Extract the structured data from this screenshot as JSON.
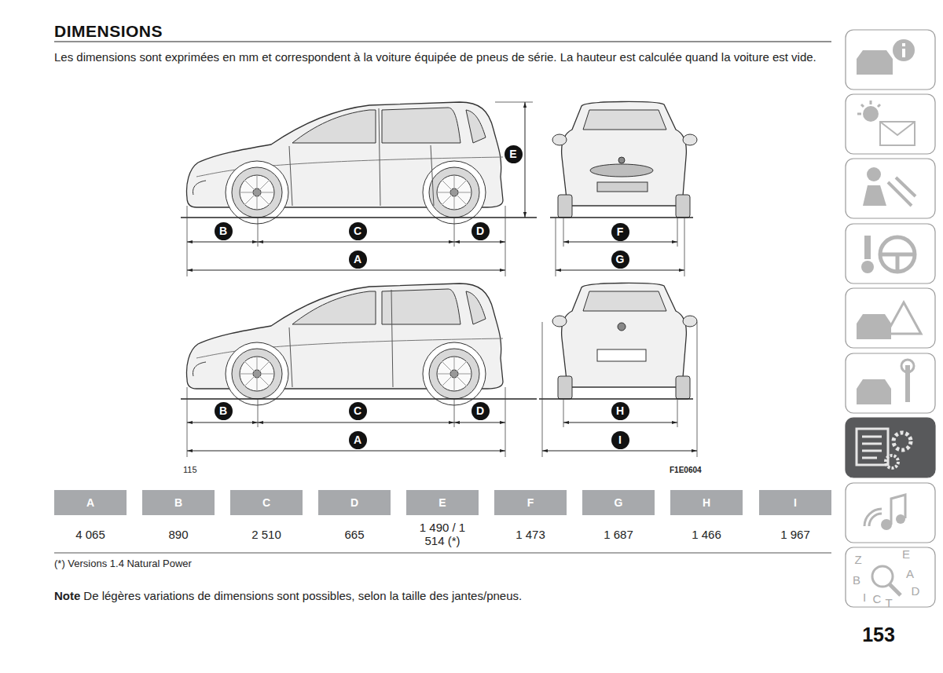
{
  "diagram": {
    "title": "DIMENSIONS",
    "nodes": [
      {
        "text": [
          "E"
        ]
      },
      {
        "text": [
          "B"
        ]
      },
      {
        "text": [
          "C"
        ]
      },
      {
        "text": [
          "D"
        ]
      },
      {
        "text": [
          "F"
        ]
      },
      {
        "text": [
          "A"
        ]
      },
      {
        "text": [
          "G"
        ]
      },
      {
        "text": [
          "B"
        ]
      },
      {
        "text": [
          "C"
        ]
      },
      {
        "text": [
          "D"
        ]
      },
      {
        "text": [
          "H"
        ]
      },
      {
        "text": [
          "A"
        ]
      },
      {
        "text": [
          "I"
        ]
      },
      {
        "text": [
          "A"
        ]
      },
      {
        "text": [
          "B"
        ]
      },
      {
        "text": [
          "C"
        ]
      },
      {
        "text": [
          "D"
        ]
      },
      {
        "text": [
          "E"
        ]
      },
      {
        "text": [
          "F"
        ]
      },
      {
        "text": [
          "G"
        ]
      },
      {
        "text": [
          "H"
        ]
      },
      {
        "text": [
          "I"
        ]
      }
    ],
    "labels": [
      "Les dimensions sont exprimées en mm et correspondent à la voiture équipée de pneus de série. La hauteur est calculée quand la voiture est vide.",
      "115",
      "F1E0604",
      "4 065",
      "890",
      "2 510",
      "665",
      "1 490 / 1 514 (*)",
      "1 473",
      "1 687",
      "1 466",
      "1 967",
      "(*) Versions 1.4 Natural Power",
      "Note",
      "De légères variations de dimensions sont possibles, selon la taille des jantes/pneus.",
      "153",
      "Z",
      "E",
      "B",
      "A",
      "I",
      "C",
      "T",
      "D"
    ]
  }
}
